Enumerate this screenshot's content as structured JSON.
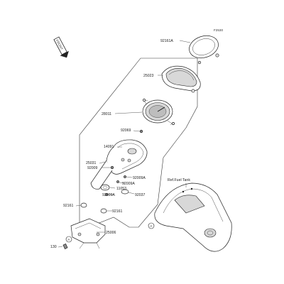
{
  "diagram": {
    "code": "F2530",
    "front_marker": "FRONT",
    "ref_note": "Ref.Fuel Tank",
    "labels": {
      "p92161A": "92161A",
      "p25023": "25023",
      "p28011": "28011",
      "p92069": "92069",
      "p14091": "14091",
      "p25031": "25031",
      "p92009": "92009",
      "p92009A_1": "92009A",
      "p92009A_2": "92009A",
      "p92009A_3": "92009A",
      "p11053": "11053",
      "p92037": "92037",
      "p92161_1": "92161",
      "p92161_2": "92161",
      "p25006": "25006",
      "p130": "130",
      "markA_1": "A",
      "markA_2": "A"
    }
  }
}
